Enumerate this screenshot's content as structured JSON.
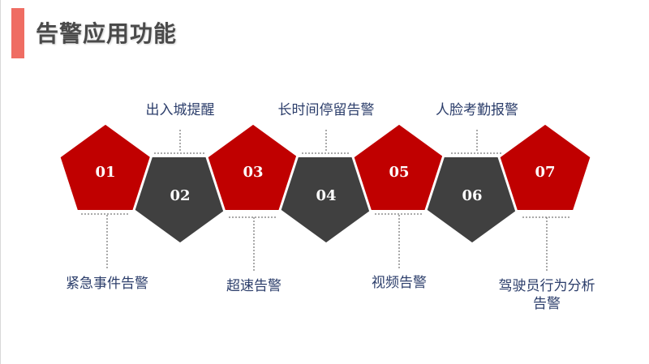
{
  "title": "告警应用功能",
  "colors": {
    "red": "#c00000",
    "dark": "#404040",
    "accent": "#ef6d63",
    "text": "#2c3e6b"
  },
  "items": [
    {
      "num": "01",
      "label": [
        "紧急事件告警"
      ]
    },
    {
      "num": "02",
      "label": [
        "出入城提醒"
      ]
    },
    {
      "num": "03",
      "label": [
        "超速告警"
      ]
    },
    {
      "num": "04",
      "label": [
        "长时间停留告警"
      ]
    },
    {
      "num": "05",
      "label": [
        "视频告警"
      ]
    },
    {
      "num": "06",
      "label": [
        "人脸考勤报警"
      ]
    },
    {
      "num": "07",
      "label": [
        "驾驶员行为分析",
        "告警"
      ]
    }
  ]
}
